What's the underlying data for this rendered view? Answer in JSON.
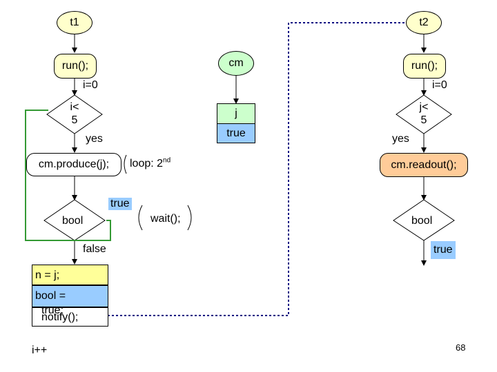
{
  "colors": {
    "thread_fill": "#FFFFCC",
    "cm_fill": "#CCFFCC",
    "produce_fill": "#FFFFFF",
    "readout_fill": "#FFCC99",
    "j_fill": "#CCFFCC",
    "true_fill": "#99CCFF",
    "assign_fill": "#FFFF99",
    "bool_fill": "#99CCFF",
    "loop_line": "#339933",
    "link_line": "#000080"
  },
  "left": {
    "thread": "t1",
    "run": "run();",
    "init": "i=0",
    "cond_line1": "i<",
    "cond_line2": "5",
    "yes": "yes",
    "produce": "cm.produce(j);",
    "decision": "bool",
    "true_label": "true",
    "false_label": "false",
    "assign": "n = j;",
    "bool_assign": "bool =",
    "bool_value": "true;",
    "notify": "notify();",
    "increment": "i++"
  },
  "middle": {
    "object": "cm",
    "field": "j",
    "value": "true",
    "loop_prefix": "loop: 2",
    "loop_suffix": "nd",
    "wait": "wait();"
  },
  "right": {
    "thread": "t2",
    "run": "run();",
    "init": "i=0",
    "cond_line1": "j<",
    "cond_line2": "5",
    "yes": "yes",
    "readout": "cm.readout();",
    "decision": "bool",
    "true_label": "true"
  },
  "page_number": "68"
}
